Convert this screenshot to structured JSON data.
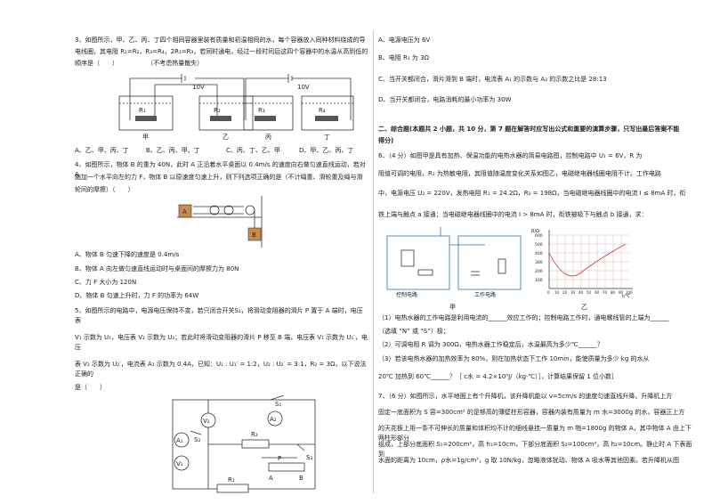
{
  "left": {
    "q3": {
      "stem1": "3、如图所示，甲、乙、丙、丁四个相同容器里装有质量和初温相同的水，每个容器放入同种材料绕成的导",
      "stem2": "电线圈，其电阻 R₁=R₂，R₃=R₄，2R₁=R₃，若同时通电，经过一段时间后这四个容器中的水温从高到低的",
      "stem3": "顺序是（　　）",
      "note": "（不考虑热量散失）",
      "labels": {
        "r1": "R₁",
        "r2": "R₂",
        "r3": "R₃",
        "r4": "R₄",
        "v1": "10V",
        "v2": "10V",
        "jia": "甲",
        "yi": "乙",
        "bing": "丙",
        "ding": "丁"
      },
      "options": [
        "A、乙、甲、丙、丁",
        "B、乙、丙、甲、丁",
        "C、丙、丁、乙、甲",
        "D、甲、乙、丙、丁"
      ]
    },
    "q4": {
      "stem1": "4、如图所示，物体 B 的重为 40N，此时 A 正沿着水平桌面以 0.4m/s 的速度向右做匀速直线运动，若对 A",
      "stem2": "施加一个水平向左的力 F，物体 B 以原速度匀速上升，则下列选项正确的是（不计绳重、滑轮重及绳与滑",
      "stem3": "轮间的摩擦）（　　）",
      "labels": {
        "a": "A",
        "b": "B"
      },
      "options": [
        "A、物体 B 匀速下降的速度是 0.4m/s",
        "B、物体 A 向左做匀速直线运动时与桌面间的摩擦力为 80N",
        "C、力 F 大小为 120N",
        "D、物体 B 匀速上升时，力 F 的功率为 64W"
      ]
    },
    "q5": {
      "stem1a": "5、如图所示的电路中，电源电压保持不变，若只闭合开关",
      "s1": "S₁",
      "stem1b": "，将滑动变阻器的滑片 P 置于 A 端时，电压表",
      "stem2": "V₁ 示数为 U₁，电压表 V₂ 示数为 U₂；若此时将滑动变阻器的滑片 P 移至 B 端，电压表 V₁ 示数为 U₁′，电压",
      "stem3": "表 V₂ 示数为 U₂′，电流表 A₁ 示数为 0.4A，已知：U₁ : U₁′ = 1:2，U₂ : U₂′ = 3:1，R₂ = 3Ω，以下说法正确的",
      "stem4": "是（　　）",
      "labels": {
        "s1": "S₁",
        "s2": "S₂",
        "s3": "S₃",
        "v1": "V₁",
        "v2": "V₂",
        "a1": "A₁",
        "a2": "A₂",
        "r1": "R₁",
        "r2": "R₂",
        "p": "P",
        "a": "A",
        "b": "B"
      }
    }
  },
  "right": {
    "q5opts": [
      "A、电源电压为 6V",
      "B、电阻 R₁ 为 3Ω",
      "C、当开关都闭合，滑片滑到 B 端时，电流表 A₁ 的示数与 A₂ 的示数之比是 28:13",
      "D、当开关都闭合，电路消耗的最小功率为 30W"
    ],
    "section": "二、综合题(本题共 2 小题，共 10 分，第 7 题在解答时应写出公式和重要的演算步骤，只写出最后答案不能",
    "section2": "得分)",
    "q6": {
      "l1": "6、（4 分）如图甲是具有加热、保温功能的电热水器的简易电路图，控制电路中 U₁ = 6V，R 为",
      "l2": "阻值可调的电阻，R₁ 为热敏电阻，其阻值随温度变化关系如图乙，电磁继电器线圈电阻不计。工作电路",
      "l3": "中，电源电压 U₂ = 220V，发热电阻 R₁ = 24.2Ω，R₂ = 198Ω，当电磁继电器线圈中的电流 I ≤ 8mA 时，衔",
      "l4": "铁上端与触点 a 接通；当电磁继电器线圈中的电流 I > 8mA 时，衔铁被吸下与触点 b 接通，求：",
      "fig_jia": "甲",
      "fig_yi": "乙",
      "ctrl": "控制电路",
      "work": "工作电路",
      "graph": {
        "ylabel": "R/Ω",
        "xlabel": "t/℃",
        "yticks": [
          "600",
          "500",
          "400",
          "300",
          "200",
          "100"
        ],
        "xticks": [
          "0",
          "10",
          "20",
          "30",
          "40",
          "50",
          "60",
          "70",
          "80",
          "90",
          "100"
        ]
      },
      "sub1": "（1）电热水器的工作电路是利用电流的______效应工作的；控制电路工作时，通电螺线管的上端为______",
      "sub1b": "（选填 “N” 或 “S”）极；",
      "sub2": "（2）可调电阻 R 调为 300Ω，电热水器工作稳定后，水温最高为多少℃______？",
      "sub3": "（3）若该电热水器的加热效率为 80%，则在加热状态下工作 10min，能使质量为多少 kg 的水从",
      "sub3b": "20℃ 加热到 60℃______？［ c水 = 4.2×10³J/（kg·℃）］，计算结果保留 1 位小数］"
    },
    "q7": {
      "l1": "7、（6 分）如图所示，水平地面上有个升降机，该升降机能以 v=5cm/s 的速度匀速直线升降，升降机上方",
      "l2": "固定一底面积为 S 容=300cm² 的足够高的薄壁柱形容器，容器内装有质量为 m 水=3000g 的水，容器正上方",
      "l3": "的天花板上用一条不可伸长的质量和体积均不计的细线悬挂一质量为 m 物=1800g 的物体 A，其中物体 A 由上下两柱形部分",
      "l4": "组成，上部分底面积 S₁=200cm²，高 h₁=10cm，下部分底面积 S₂=100cm²，高 h₂=10cm。静止时 A 下表面到",
      "l5": "水面的距离为 10cm，ρ水=1g/cm³，g 取 10N/kg，忽略液体扰动、物体 A 吸水等其他因素。若升降机从图"
    }
  }
}
